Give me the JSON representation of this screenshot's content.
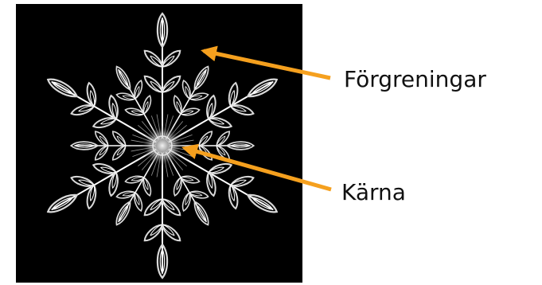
{
  "labels": {
    "branches": "Förgreningar",
    "core": "Kärna"
  },
  "colors": {
    "arrow": "#f5a01e",
    "background": "#000000",
    "ice": "#d9d9d9",
    "ice_highlight": "#ffffff"
  },
  "image": {
    "subject": "snowflake-photo"
  }
}
